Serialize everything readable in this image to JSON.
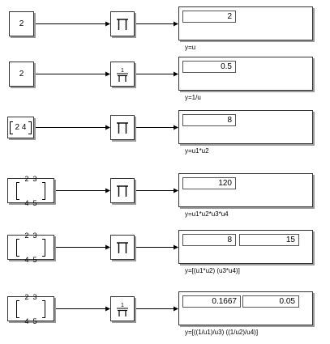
{
  "rows": [
    {
      "source": {
        "type": "scalar",
        "text": "2"
      },
      "op": "product",
      "display_values": [
        "2"
      ],
      "annotation": "y=u"
    },
    {
      "source": {
        "type": "scalar",
        "text": "2"
      },
      "op": "reciprocal",
      "display_values": [
        "0.5"
      ],
      "annotation": "y=1/u"
    },
    {
      "source": {
        "type": "vector",
        "text": "2 4"
      },
      "op": "product",
      "display_values": [
        "8"
      ],
      "annotation": "y=u1*u2"
    },
    {
      "source": {
        "type": "matrix",
        "rows": [
          "2  3",
          "4  5"
        ]
      },
      "op": "product",
      "display_values": [
        "120"
      ],
      "annotation": "y=u1*u2*u3*u4"
    },
    {
      "source": {
        "type": "matrix",
        "rows": [
          "2  3",
          "4  5"
        ]
      },
      "op": "product",
      "display_values": [
        "8",
        "15"
      ],
      "annotation": "y=[(u1*u2) (u3*u4)]"
    },
    {
      "source": {
        "type": "matrix",
        "rows": [
          "2  3",
          "4  5"
        ]
      },
      "op": "reciprocal",
      "display_values": [
        "0.1667",
        "0.05"
      ],
      "annotation": "y=[((1/u1)/u3) ((1/u2)/u4)]"
    }
  ],
  "colors": {
    "stroke": "#333333",
    "shadow": "#9a9a9a",
    "background": "#ffffff"
  }
}
